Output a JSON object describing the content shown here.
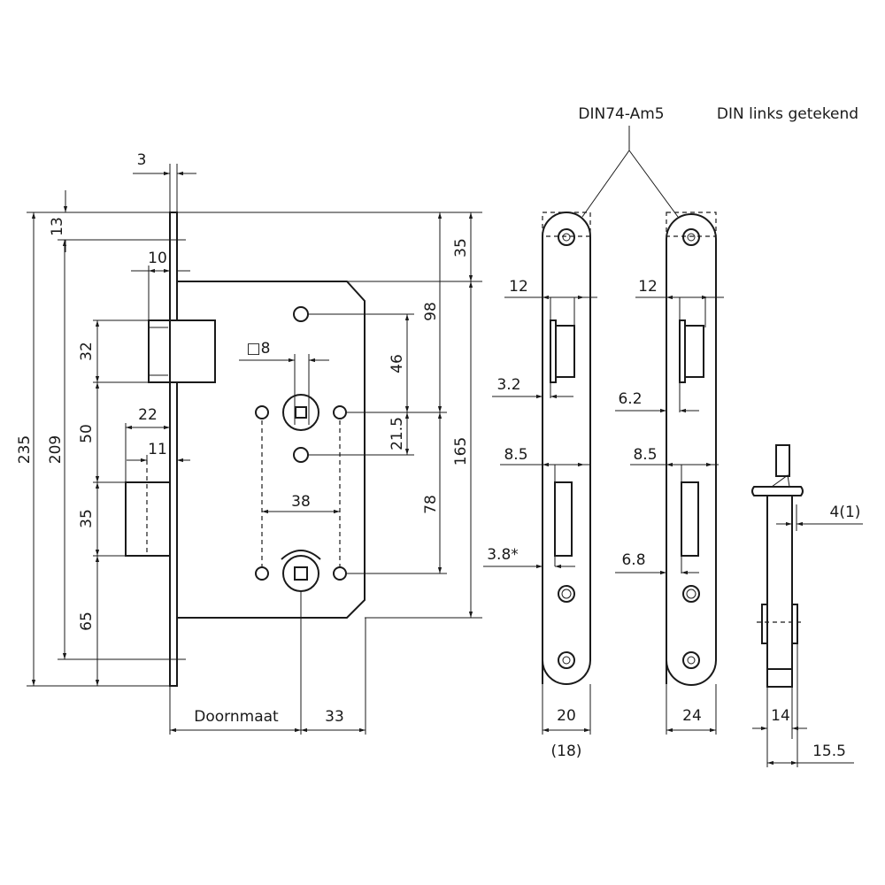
{
  "main_view": {
    "dims": {
      "faceplate_thickness": "3",
      "overall_height": "235",
      "screw_spacing": "209",
      "top_offset": "13",
      "latch_offset": "10",
      "latch_height": "32",
      "latch_to_bolt": "50",
      "bolt_depth": "22",
      "bolt_offset": "11",
      "bolt_height": "35",
      "bolt_to_bottom": "65",
      "spindle_square": "□8",
      "top_to_spindle": "98",
      "screw_to_spindle": "46",
      "spindle_to_screw": "21.5",
      "case_to_top": "35",
      "case_height": "165",
      "spindle_to_cylinder": "78",
      "hole_spacing": "38",
      "backset_label": "Doornmaat",
      "backset_rest": "33"
    }
  },
  "front_views": {
    "callout": "DIN74-Am5",
    "note": "DIN links getekend",
    "left": {
      "latch_width": "12",
      "latch_offset": "3.2",
      "bolt_width": "8.5",
      "bolt_offset": "3.8*",
      "plate_width": "20",
      "plate_width_alt": "(18)"
    },
    "right": {
      "latch_width": "12",
      "latch_offset": "6.2",
      "bolt_width": "8.5",
      "bolt_offset": "6.8",
      "plate_width": "24"
    }
  },
  "side_view": {
    "projection": "4(1)",
    "body_width": "14",
    "overall_width": "15.5"
  }
}
